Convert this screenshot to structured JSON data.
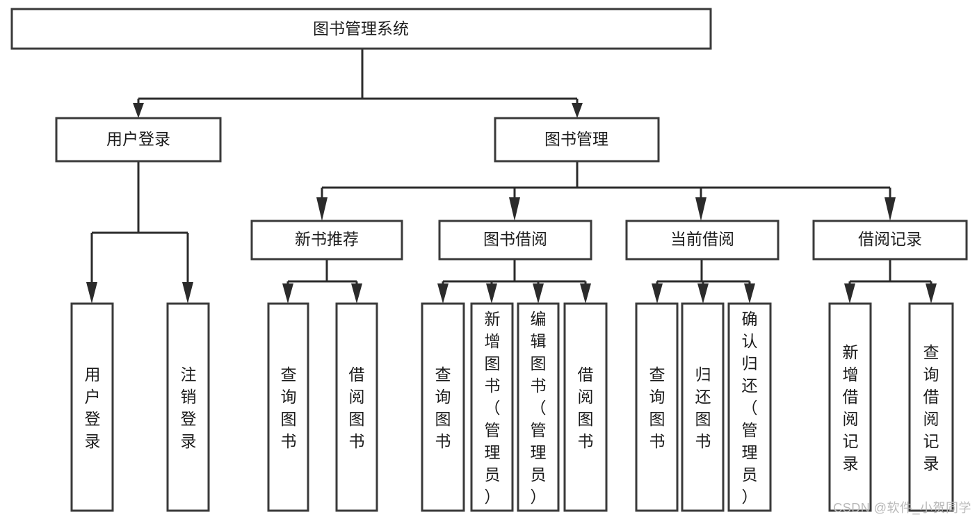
{
  "diagram": {
    "title": "图书管理系统",
    "watermark": "CSDN @软件_小贺同学",
    "type": "tree",
    "orientation": "top-down",
    "levels": 4,
    "colors": {
      "box_fill": "#ffffff",
      "box_stroke": "#3a3a3a",
      "connector": "#2b2b2b",
      "text": "#1c1c1c",
      "watermark": "#b9b9b9"
    },
    "root": {
      "id": "root",
      "label": "图书管理系统",
      "orientation": "horizontal"
    },
    "level2": [
      {
        "id": "user-login",
        "label": "用户登录",
        "orientation": "horizontal"
      },
      {
        "id": "book-manage",
        "label": "图书管理",
        "orientation": "horizontal"
      }
    ],
    "level3": [
      {
        "id": "new-book-recommend",
        "label": "新书推荐",
        "orientation": "horizontal",
        "parent": "book-manage"
      },
      {
        "id": "book-borrow",
        "label": "图书借阅",
        "orientation": "horizontal",
        "parent": "book-manage"
      },
      {
        "id": "current-borrow",
        "label": "当前借阅",
        "orientation": "horizontal",
        "parent": "book-manage"
      },
      {
        "id": "borrow-record",
        "label": "借阅记录",
        "orientation": "horizontal",
        "parent": "book-manage"
      }
    ],
    "leaves": [
      {
        "id": "leaf-user-login",
        "label": "用户登录",
        "orientation": "vertical",
        "parent": "user-login"
      },
      {
        "id": "leaf-user-logout",
        "label": "注销登录",
        "orientation": "vertical",
        "parent": "user-login"
      },
      {
        "id": "leaf-query-book-1",
        "label": "查询图书",
        "orientation": "vertical",
        "parent": "new-book-recommend"
      },
      {
        "id": "leaf-borrow-book-1",
        "label": "借阅图书",
        "orientation": "vertical",
        "parent": "new-book-recommend"
      },
      {
        "id": "leaf-query-book-2",
        "label": "查询图书",
        "orientation": "vertical",
        "parent": "book-borrow"
      },
      {
        "id": "leaf-add-book",
        "label": "新增图书（管理员）",
        "orientation": "vertical",
        "parent": "book-borrow"
      },
      {
        "id": "leaf-edit-book",
        "label": "编辑图书（管理员）",
        "orientation": "vertical",
        "parent": "book-borrow"
      },
      {
        "id": "leaf-borrow-book-2",
        "label": "借阅图书",
        "orientation": "vertical",
        "parent": "book-borrow"
      },
      {
        "id": "leaf-query-book-3",
        "label": "查询图书",
        "orientation": "vertical",
        "parent": "current-borrow"
      },
      {
        "id": "leaf-return-book",
        "label": "归还图书",
        "orientation": "vertical",
        "parent": "current-borrow"
      },
      {
        "id": "leaf-confirm-return",
        "label": "确认归还（管理员）",
        "orientation": "vertical",
        "parent": "current-borrow"
      },
      {
        "id": "leaf-add-record",
        "label": "新增借阅记录",
        "orientation": "vertical",
        "parent": "borrow-record"
      },
      {
        "id": "leaf-query-record",
        "label": "查询借阅记录",
        "orientation": "vertical",
        "parent": "borrow-record"
      }
    ]
  }
}
